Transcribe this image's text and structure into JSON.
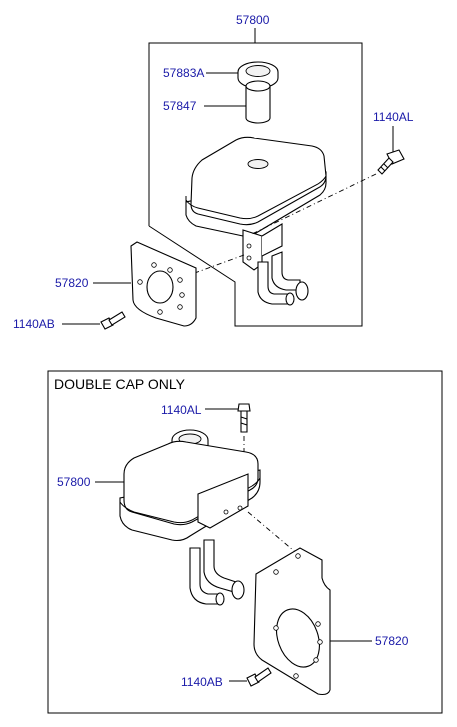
{
  "diagram": {
    "top": {
      "label_57800": "57800",
      "label_57883a": "57883A",
      "label_57847": "57847",
      "label_1140al": "1140AL",
      "label_57820": "57820",
      "label_1140ab": "1140AB"
    },
    "bottom": {
      "title": "DOUBLE CAP ONLY",
      "label_1140al": "1140AL",
      "label_57800": "57800",
      "label_57820": "57820",
      "label_1140ab": "1140AB"
    }
  }
}
